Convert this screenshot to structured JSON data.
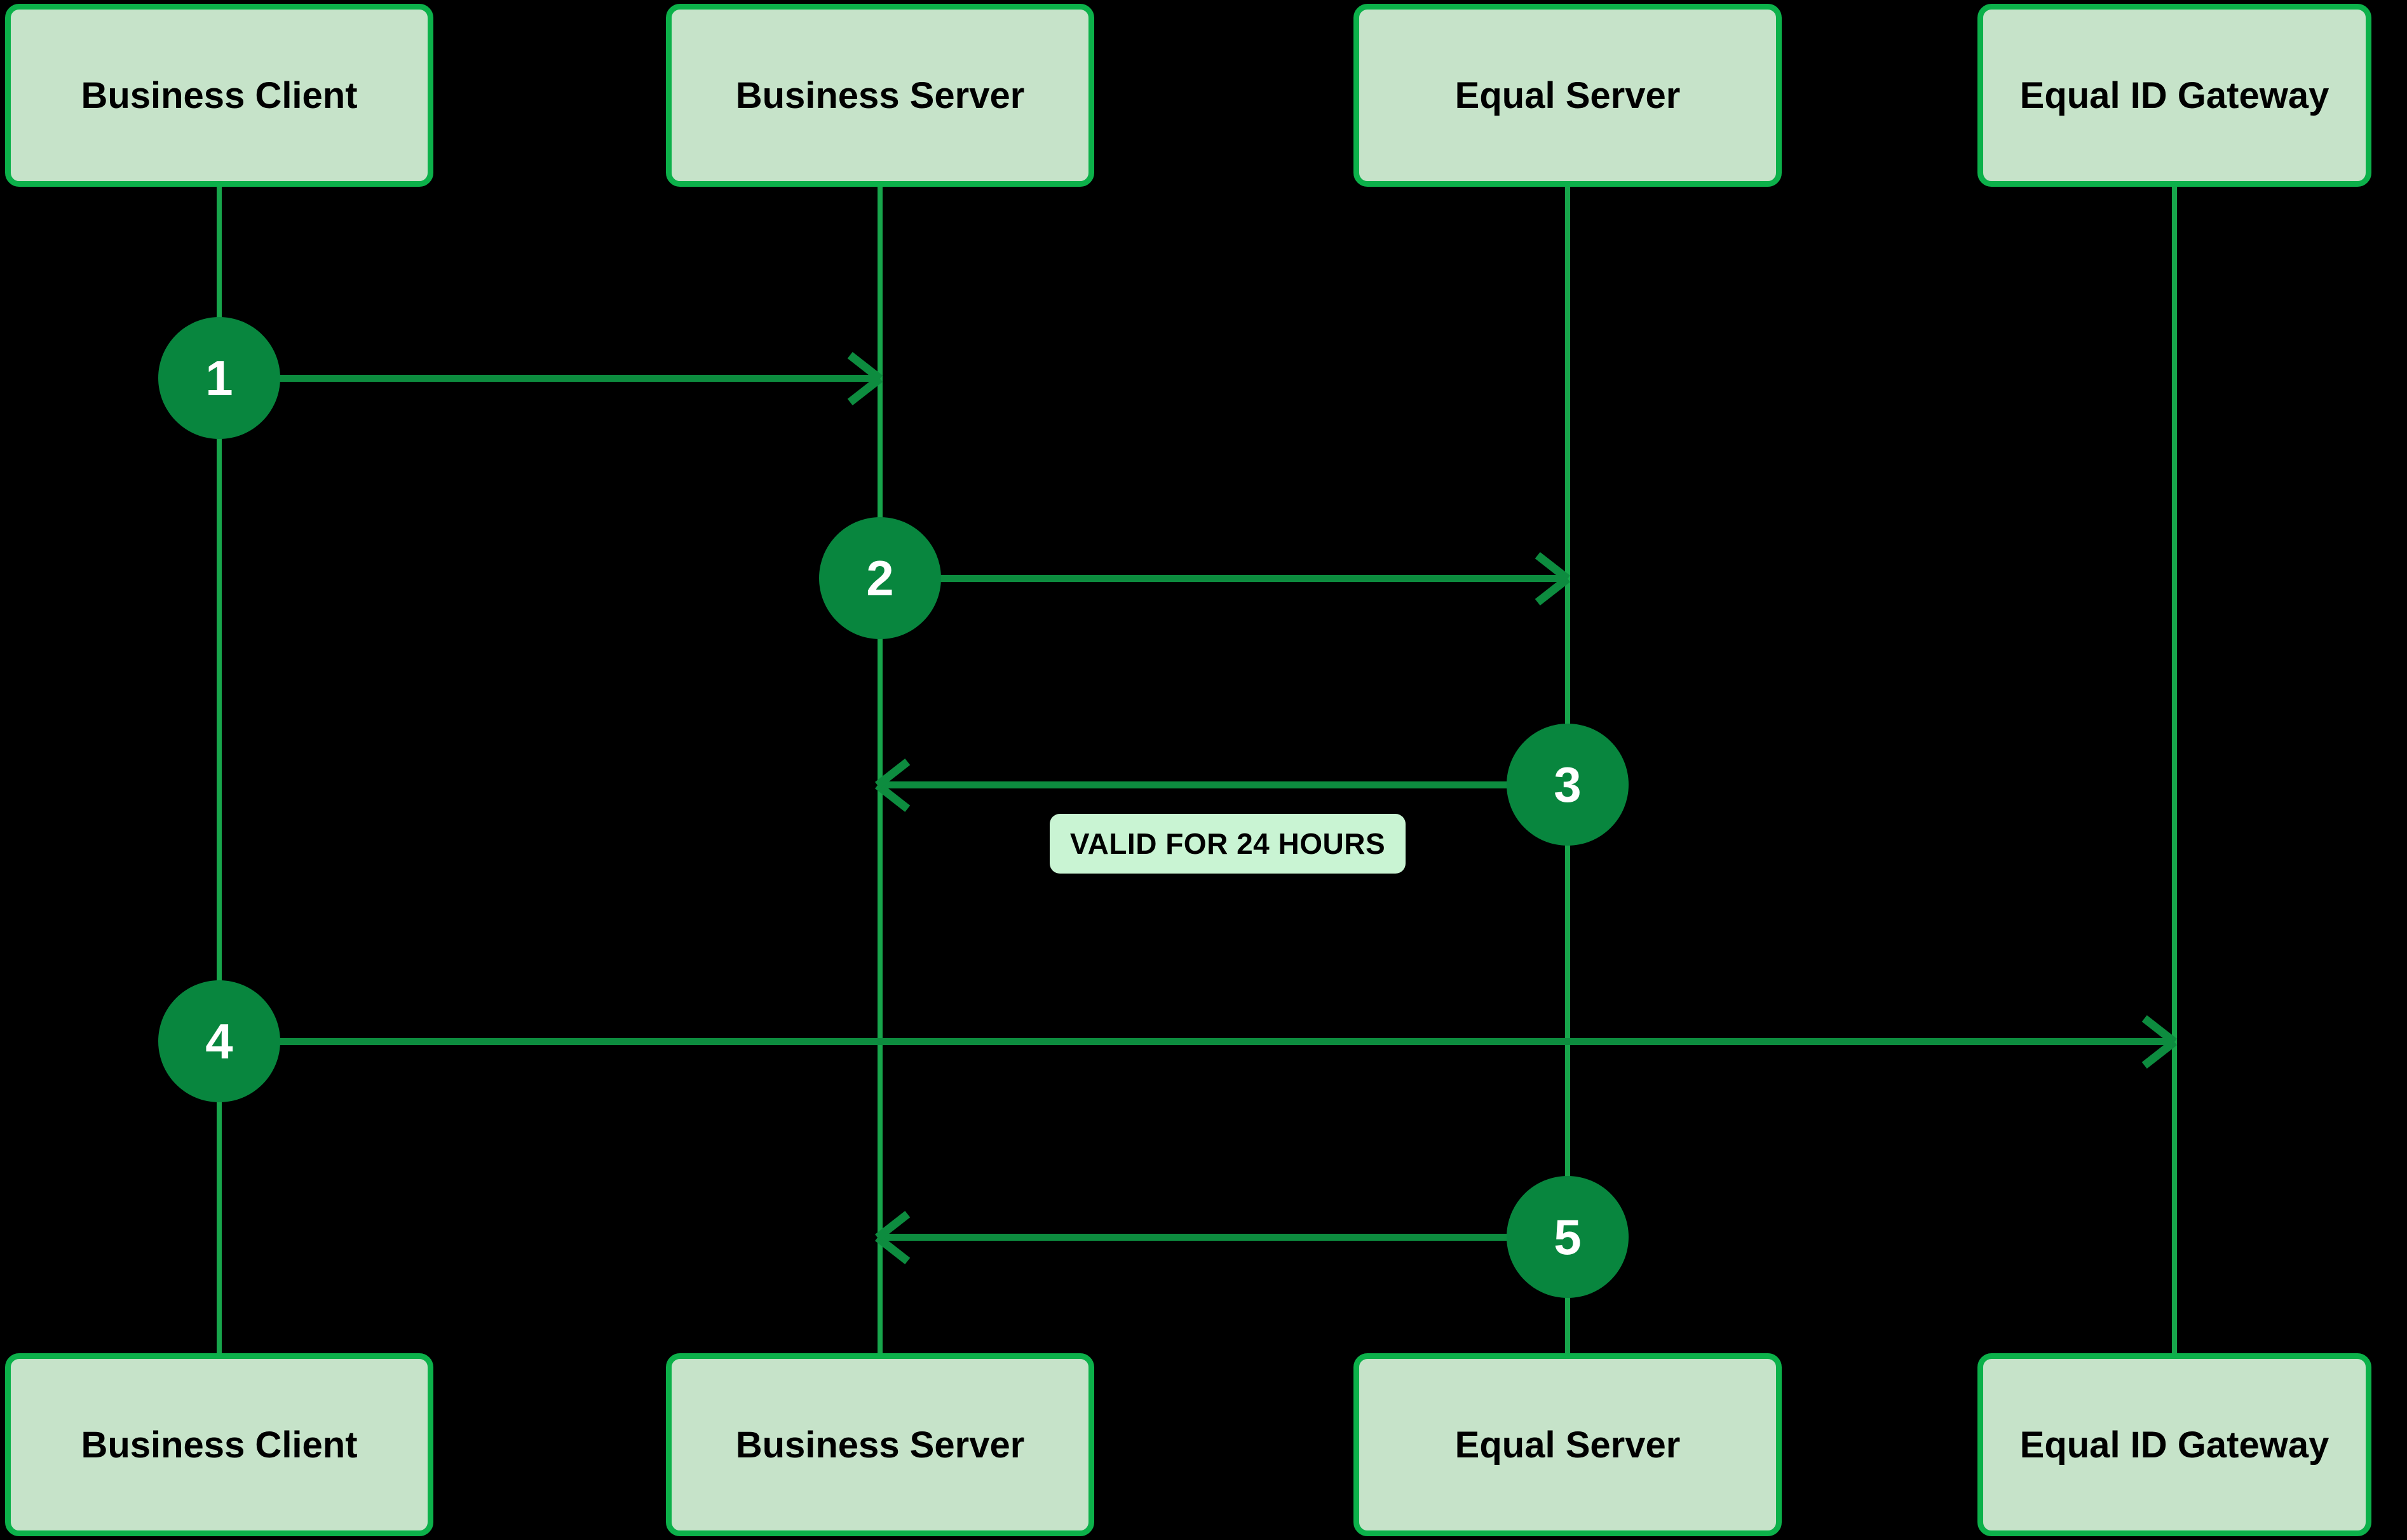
{
  "colors": {
    "bg": "#000000",
    "box-fill": "#c6e3c9",
    "box-border": "#0cb14a",
    "lifeline": "#17a54b",
    "arrow": "#0d8c3f",
    "circle": "#08863e",
    "circle-text": "#ffffff",
    "note-bg": "#c9f4d3",
    "note-text": "#000000",
    "actor-text": "#000000"
  },
  "actors": [
    {
      "label": "Business Client"
    },
    {
      "label": "Business Server"
    },
    {
      "label": "Equal Server"
    },
    {
      "label": "Equal ID Gateway"
    }
  ],
  "steps": [
    {
      "number": "1",
      "from": "Business Client",
      "to": "Business Server",
      "direction": "right"
    },
    {
      "number": "2",
      "from": "Business Server",
      "to": "Equal Server",
      "direction": "right"
    },
    {
      "number": "3",
      "from": "Equal Server",
      "to": "Business Server",
      "direction": "left"
    },
    {
      "number": "4",
      "from": "Business Client",
      "to": "Equal ID Gateway",
      "direction": "right"
    },
    {
      "number": "5",
      "from": "Equal Server",
      "to": "Business Server",
      "direction": "left"
    }
  ],
  "annotation": {
    "text": "VALID FOR 24 HOURS",
    "attached_to_step": "3"
  }
}
